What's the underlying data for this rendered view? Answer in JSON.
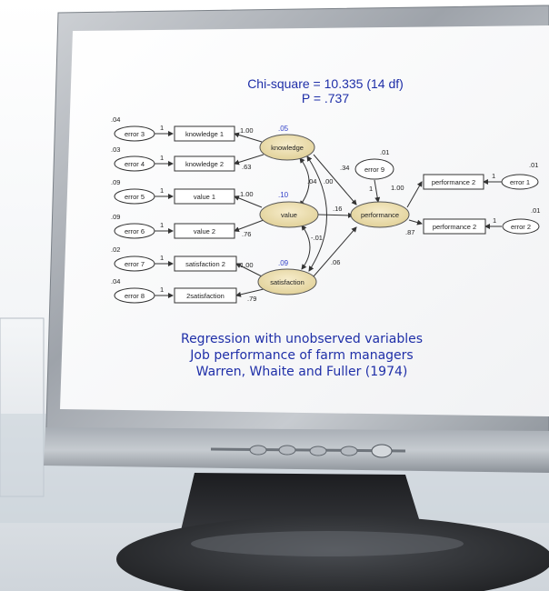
{
  "diagram": {
    "title": "Chi-square = 10.335 (14 df)",
    "p_value": "P = .737",
    "caption": [
      "Regression with unobserved variables",
      "Job performance of farm managers",
      "Warren, Whaite and Fuller (1974)"
    ],
    "errors": {
      "e3": "error 3",
      "e4": "error 4",
      "e5": "error 5",
      "e6": "error 6",
      "e7": "error 7",
      "e8": "error 8",
      "e9": "error 9",
      "e1": "error 1",
      "e2": "error 2"
    },
    "observed": {
      "k1": "knowledge 1",
      "k2": "knowledge 2",
      "v1": "value 1",
      "v2": "value 2",
      "s2": "satisfaction 2",
      "s2b": "2satisfaction",
      "p2a": "performance 2",
      "p2b": "performance 2"
    },
    "latent": {
      "knowledge": "knowledge",
      "value": "value",
      "satisfaction": "satisfaction",
      "performance": "performance"
    },
    "variances": {
      "e3": ".04",
      "e4": ".03",
      "e5": ".09",
      "e6": ".09",
      "e7": ".02",
      "e8": ".04",
      "e9": ".01",
      "e1": ".01",
      "e2": ".01",
      "knowledge": ".05",
      "value": ".10",
      "satisfaction": ".09"
    },
    "paths": {
      "e3": "1",
      "e4": "1",
      "e5": "1",
      "e6": "1",
      "e7": "1",
      "e8": "1",
      "e9": "1",
      "e1": "1",
      "e2": "1",
      "k1": "1.00",
      "k2": ".63",
      "v1": "1.00",
      "v2": ".76",
      "s2": "1.00",
      "s2b": ".79",
      "p2a": "1.00",
      "p2b": ".87",
      "kp": ".34",
      "vp": ".16",
      "sp": ".06"
    },
    "correlations": {
      "kv": ".04",
      "ks": ".00",
      "vs": "-.01"
    },
    "colors": {
      "latent_fill": "#efe3b8",
      "text_blue": "#1f2fa8",
      "number_blue": "#3342c8"
    }
  }
}
